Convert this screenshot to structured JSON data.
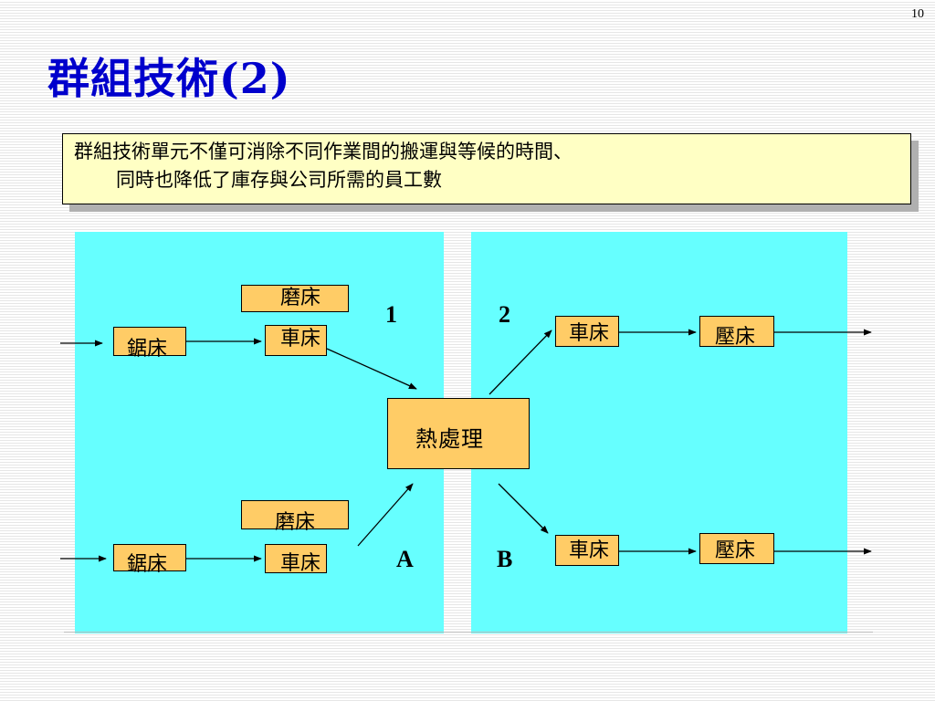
{
  "slide": {
    "page_number": "10",
    "title": "群組技術(2)",
    "note_line1": "群組技術單元不僅可消除不同作業間的搬運與等候的時間、",
    "note_line2": "同時也降低了庫存與公司所需的員工數"
  },
  "diagram": {
    "saw_top": "鋸床",
    "grinder_top": "磨床",
    "lathe_top_left": "車床",
    "saw_bottom": "鋸床",
    "grinder_bottom": "磨床",
    "lathe_bottom_left": "車床",
    "heat_treatment": "熱處理",
    "lathe_top_right": "車床",
    "press_top": "壓床",
    "lathe_bottom_right": "車床",
    "press_bottom": "壓床",
    "label_1": "1",
    "label_2": "2",
    "label_a": "A",
    "label_b": "B"
  }
}
